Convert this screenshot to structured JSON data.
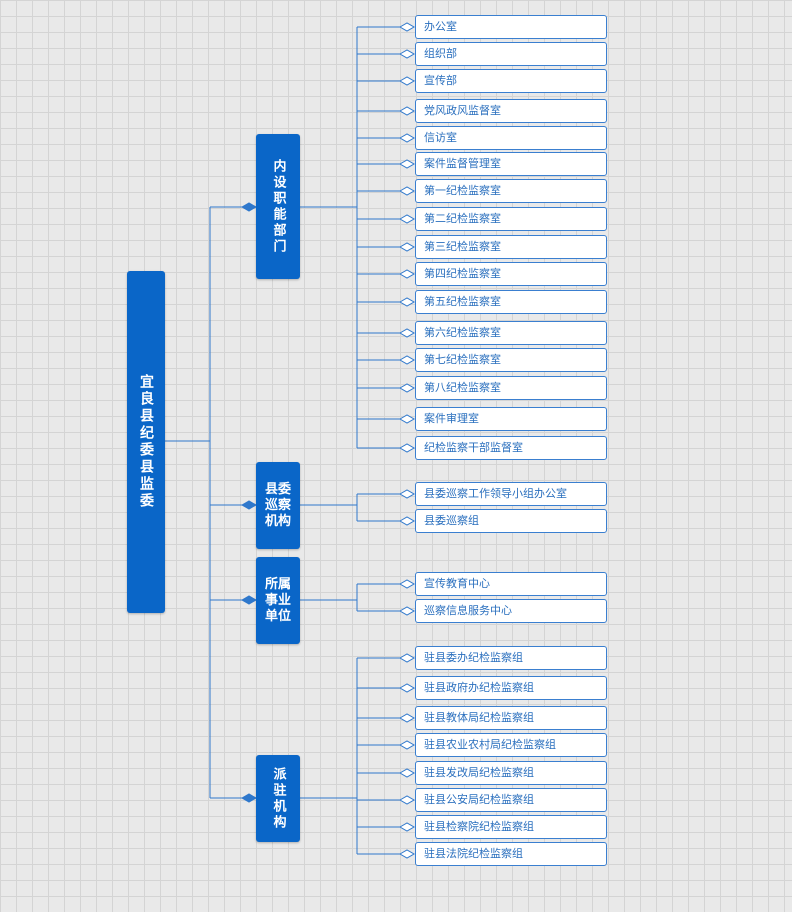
{
  "colors": {
    "node_fill": "#0a66c8",
    "node_text": "#ffffff",
    "leaf_border": "#3a7fd0",
    "leaf_text": "#2a6fbe",
    "connector": "#2f78cc"
  },
  "root": {
    "label": "宜良县纪委县监委"
  },
  "branches": [
    {
      "label": "内设职能部门",
      "children": [
        "办公室",
        "组织部",
        "宣传部",
        "党风政风监督室",
        "信访室",
        "案件监督管理室",
        "第一纪检监察室",
        "第二纪检监察室",
        "第三纪检监察室",
        "第四纪检监察室",
        "第五纪检监察室",
        "第六纪检监察室",
        "第七纪检监察室",
        "第八纪检监察室",
        "案件审理室",
        "纪检监察干部监督室"
      ]
    },
    {
      "label": "县委巡察机构",
      "children": [
        "县委巡察工作领导小组办公室",
        "县委巡察组"
      ]
    },
    {
      "label": "所属事业单位",
      "children": [
        "宣传教育中心",
        "巡察信息服务中心"
      ]
    },
    {
      "label": "派驻机构",
      "children": [
        "驻县委办纪检监察组",
        "驻县政府办纪检监察组",
        "驻县教体局纪检监察组",
        "驻县农业农村局纪检监察组",
        "驻县发改局纪检监察组",
        "驻县公安局纪检监察组",
        "驻县检察院纪检监察组",
        "驻县法院纪检监察组"
      ]
    }
  ]
}
